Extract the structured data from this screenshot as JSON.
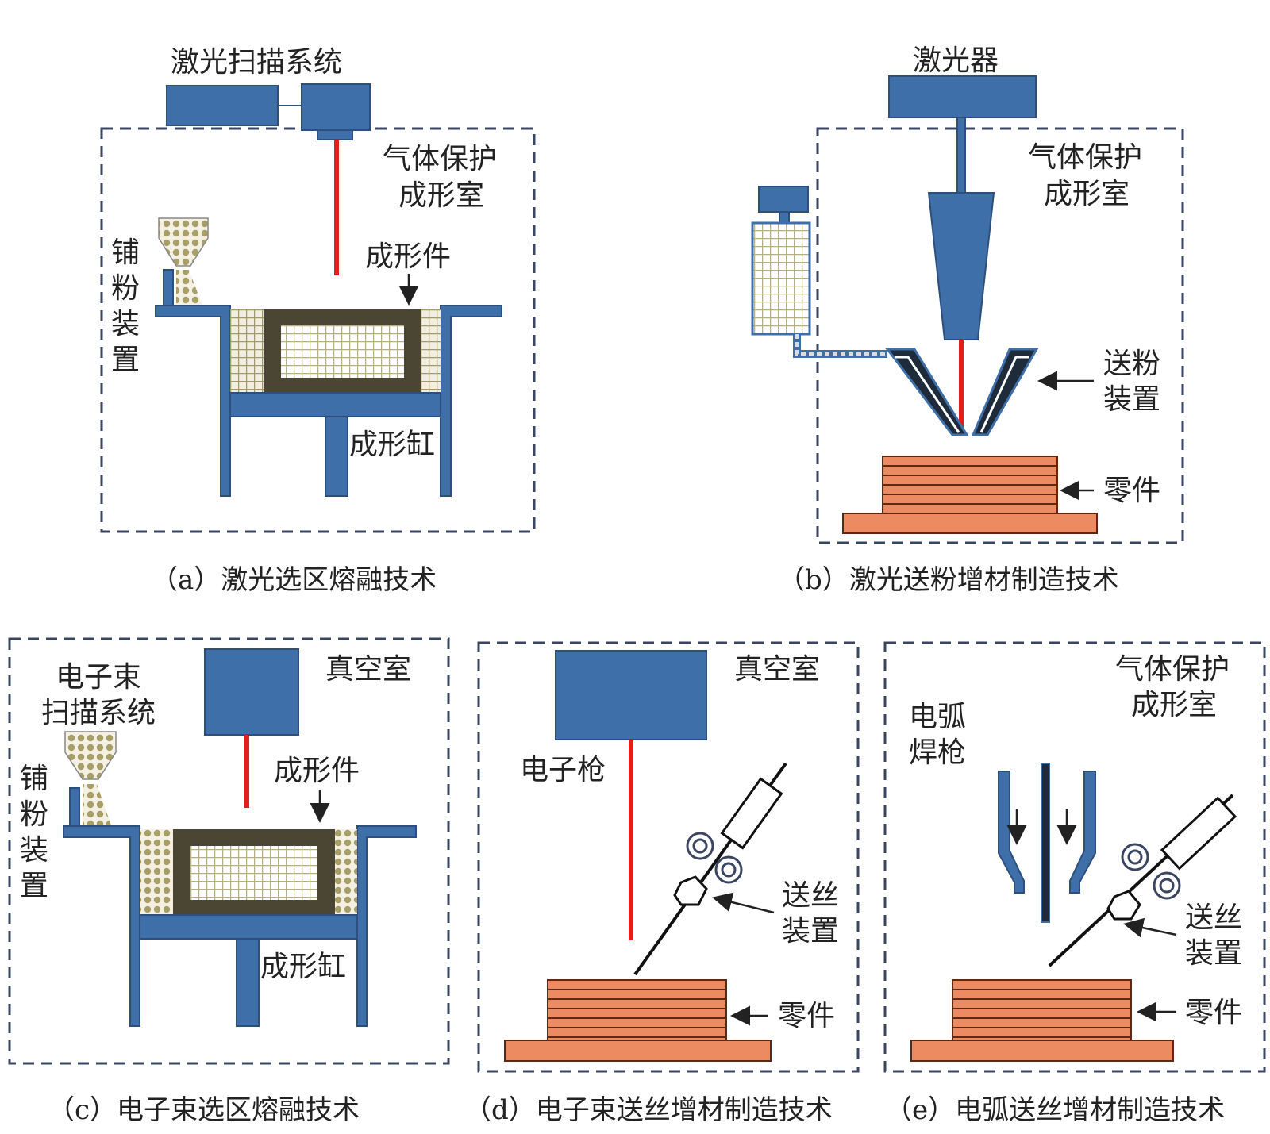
{
  "panel_a": {
    "laser_scan_system": "激光扫描系统",
    "chamber_line1": "气体保护",
    "chamber_line2": "成形室",
    "part": "成形件",
    "cylinder": "成形缸",
    "spreader": [
      "铺",
      "粉",
      "装",
      "置"
    ],
    "caption": "（a）激光选区熔融技术"
  },
  "panel_b": {
    "laser": "激光器",
    "chamber_line1": "气体保护",
    "chamber_line2": "成形室",
    "feeder_line1": "送粉",
    "feeder_line2": "装置",
    "part": "零件",
    "caption": "（b）激光送粉增材制造技术"
  },
  "panel_c": {
    "scan_line1": "电子束",
    "scan_line2": "扫描系统",
    "chamber": "真空室",
    "part": "成形件",
    "cylinder": "成形缸",
    "spreader": [
      "铺",
      "粉",
      "装",
      "置"
    ],
    "caption": "（c）电子束选区熔融技术"
  },
  "panel_d": {
    "chamber": "真空室",
    "gun": "电子枪",
    "feeder_line1": "送丝",
    "feeder_line2": "装置",
    "part": "零件",
    "caption": "（d）电子束送丝增材制造技术"
  },
  "panel_e": {
    "chamber_line1": "气体保护",
    "chamber_line2": "成形室",
    "torch_line1": "电弧",
    "torch_line2": "焊枪",
    "feeder_line1": "送丝",
    "feeder_line2": "装置",
    "part": "零件",
    "caption": "（e）电弧送丝增材制造技术"
  },
  "colors": {
    "machine_blue": "#3f6fa8",
    "laser_red": "#e21e1e",
    "part_orange": "#ec8a62",
    "powder": "#b8ae7a",
    "part_dark": "#4b4533"
  }
}
